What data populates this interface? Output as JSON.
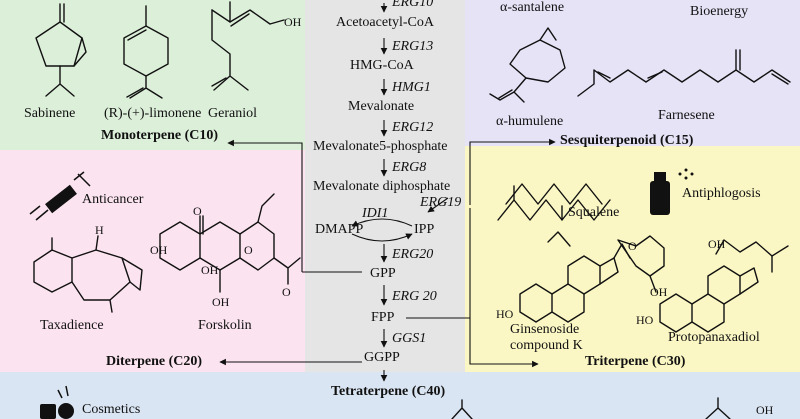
{
  "colors": {
    "mono_bg": "#dcefd9",
    "sesqui_bg": "#e6e3f7",
    "center_bg": "#e5e5e5",
    "diter_bg": "#fbe3ef",
    "triter_bg": "#fbf7c4",
    "tetra_bg": "#dae5f3"
  },
  "pathway": {
    "erg10": "ERG10",
    "acetoacetyl": "Acetoacetyl-CoA",
    "erg13": "ERG13",
    "hmg": "HMG-CoA",
    "hmg1": "HMG1",
    "mevalonate": "Mevalonate",
    "erg12": "ERG12",
    "mev5p": "Mevalonate5-phosphate",
    "erg8": "ERG8",
    "mevdp": "Mevalonate diphosphate",
    "erg19": "ERG19",
    "idi1": "IDI1",
    "dmapp": "DMAPP",
    "ipp": "IPP",
    "erg20a": "ERG20",
    "gpp": "GPP",
    "erg20b": "ERG 20",
    "fpp": "FPP",
    "ggs1": "GGS1",
    "ggpp": "GGPP"
  },
  "mono": {
    "heading": "Monoterpene (C10)",
    "compounds": [
      "Sabinene",
      "(R)-(+)-limonene",
      "Geraniol"
    ]
  },
  "sesqui": {
    "heading": "Sesquiterpenoid (C15)",
    "santalene": "α-santalene",
    "bioenergy": "Bioenergy",
    "humulene": "α-humulene",
    "farnesene": "Farnesene"
  },
  "diter": {
    "heading": "Diterpene (C20)",
    "anticancer": "Anticancer",
    "taxadience": "Taxadience",
    "forskolin": "Forskolin"
  },
  "triter": {
    "heading": "Triterpene (C30)",
    "squalene": "Squalene",
    "antiphlogosis": "Antiphlogosis",
    "ginsenoside": [
      "Ginsenoside",
      "compound K"
    ],
    "protopanaxadiol": "Protopanaxadiol"
  },
  "tetra": {
    "heading": "Tetraterpene (C40)",
    "cosmetics": "Cosmetics"
  },
  "atoms": {
    "O": "O",
    "OH": "OH",
    "HO": "HO",
    "H": "H"
  },
  "icons": [
    "syringe-icon",
    "spray-can-icon",
    "cosmetics-icon"
  ]
}
